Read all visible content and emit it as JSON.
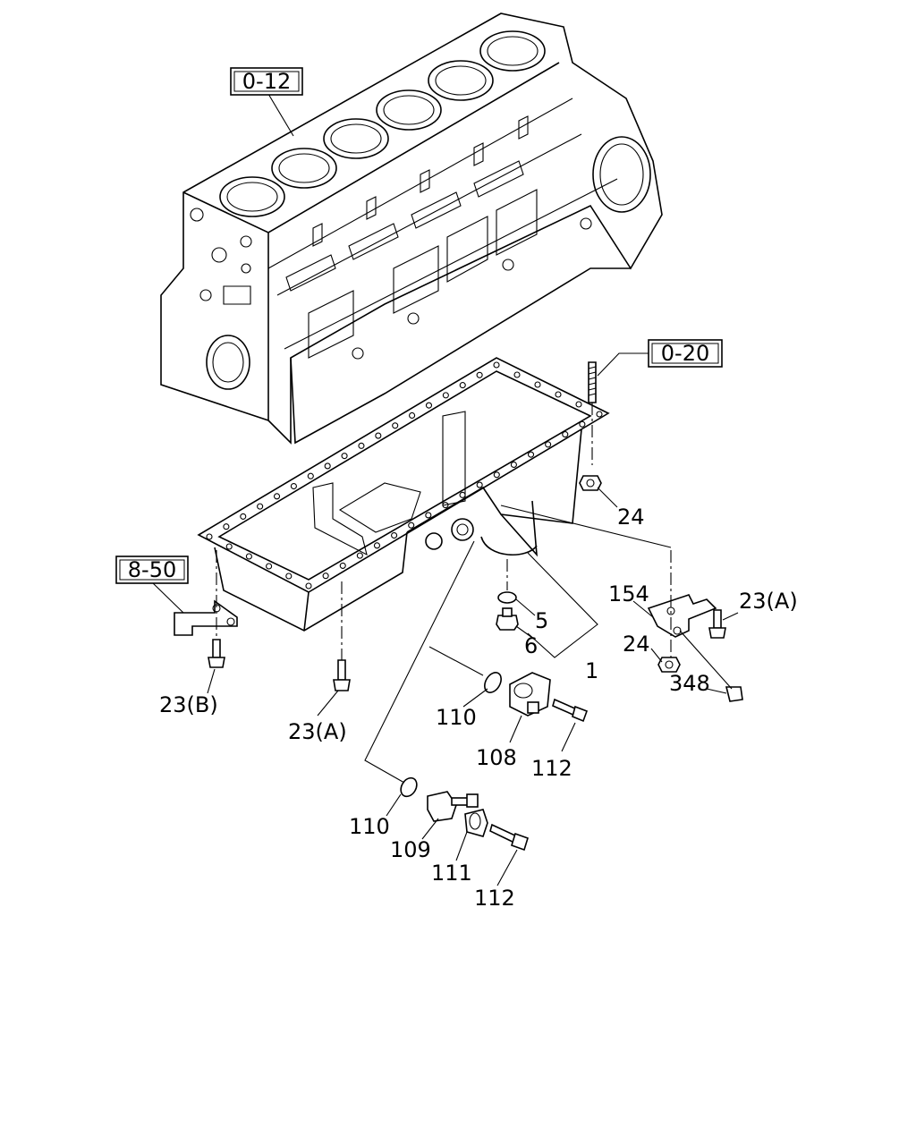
{
  "references": {
    "block": "0-12",
    "stud": "0-20",
    "bracket": "8-50"
  },
  "callouts": {
    "c24_top": "24",
    "c154": "154",
    "c23a_right": "23(A)",
    "c24_right": "24",
    "c348": "348",
    "c5": "5",
    "c6": "6",
    "c1": "1",
    "c23b": "23(B)",
    "c23a_left": "23(A)",
    "c110_upper": "110",
    "c108": "108",
    "c112_upper": "112",
    "c110_lower": "110",
    "c109": "109",
    "c111": "111",
    "c112_lower": "112"
  }
}
